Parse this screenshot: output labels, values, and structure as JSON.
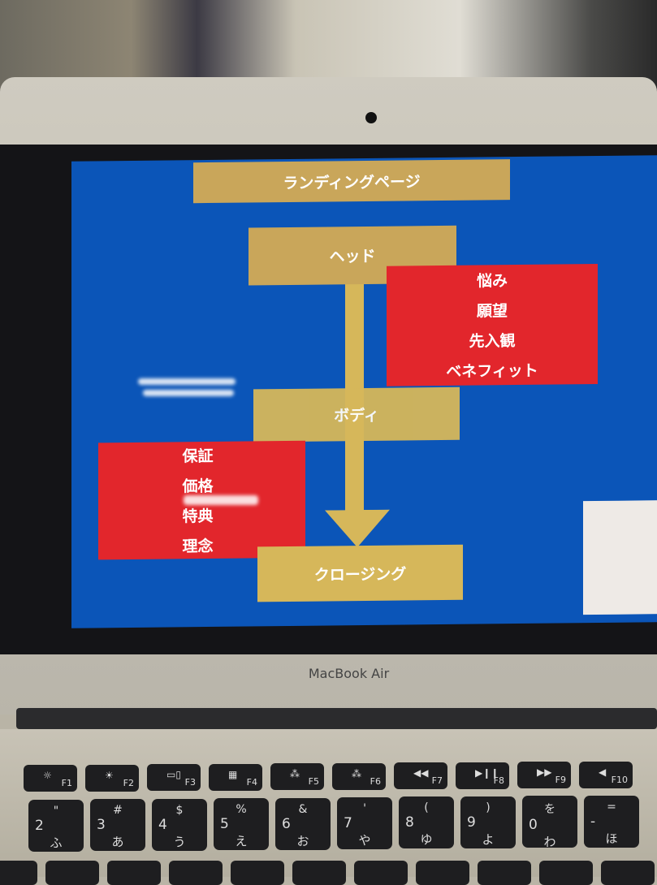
{
  "diagram": {
    "title": "ランディングページ",
    "head": "ヘッド",
    "body": "ボディ",
    "closing": "クロージング",
    "head_points": [
      "悩み",
      "願望",
      "先入観",
      "ベネフィット"
    ],
    "body_points": [
      "保証",
      "価格",
      "特典",
      "理念"
    ]
  },
  "laptop": {
    "brand": "MacBook Air"
  },
  "keyboard": {
    "fkeys": [
      "F1",
      "F2",
      "F3",
      "F4",
      "F5",
      "F6",
      "F7",
      "F8",
      "F9",
      "F10"
    ],
    "fkey_icons": [
      "☼",
      "☀",
      "▭▯",
      "▦",
      "⁂",
      "⁂",
      "◀◀",
      "▶❙❙",
      "▶▶",
      "◀"
    ],
    "number_keys": [
      {
        "top": "\"",
        "main": "2",
        "kana": "ふ"
      },
      {
        "top": "#",
        "main": "3",
        "kana": "あ"
      },
      {
        "top": "$",
        "main": "4",
        "kana": "う"
      },
      {
        "top": "%",
        "main": "5",
        "kana": "え"
      },
      {
        "top": "&",
        "main": "6",
        "kana": "お"
      },
      {
        "top": "'",
        "main": "7",
        "kana": "や"
      },
      {
        "top": "(",
        "main": "8",
        "kana": "ゆ"
      },
      {
        "top": ")",
        "main": "9",
        "kana": "よ"
      },
      {
        "top": "を",
        "main": "0",
        "kana": "わ"
      },
      {
        "top": "=",
        "main": "-",
        "kana": "ほ"
      }
    ]
  }
}
